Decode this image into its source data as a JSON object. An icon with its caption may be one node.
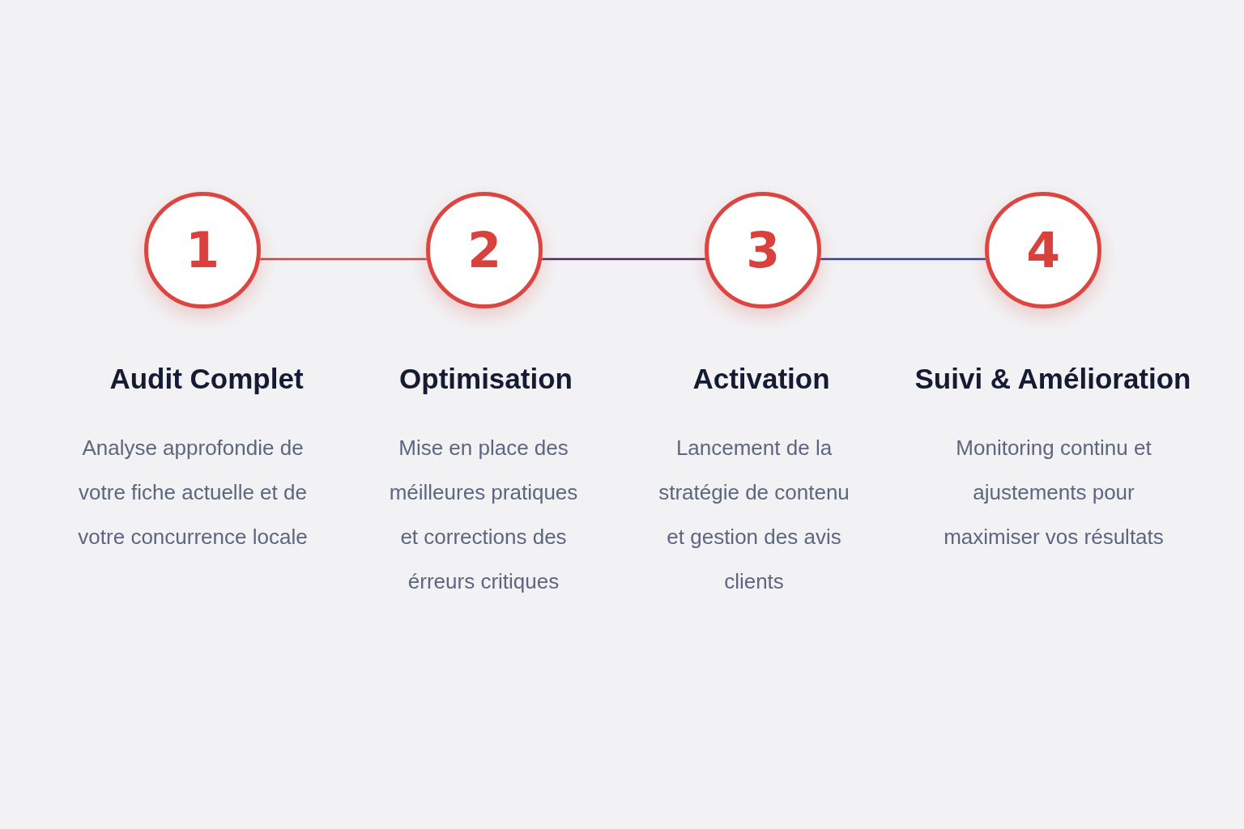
{
  "diagram": {
    "nodes": [
      {
        "text": [
          "1"
        ],
        "beside": [
          "Audit Complet",
          "Analyse approfondie de votre fiche actuelle et de votre concurrence locale"
        ]
      },
      {
        "text": [
          "2"
        ],
        "beside": [
          "Optimisation",
          "Mise en place des méilleures pratiques et corrections des érreurs critiques"
        ]
      },
      {
        "text": [
          "3"
        ],
        "beside": [
          "Activation",
          "Lancement de la stratégie de contenu et gestion des avis clients"
        ]
      },
      {
        "text": [
          "4"
        ],
        "beside": [
          "Suivi & Amélioration",
          "Monitoring continu et ajustements pour maximiser vos résultats"
        ]
      }
    ],
    "edges": [
      {
        "from": 0,
        "to": 1,
        "arrow": "none",
        "color": "#d4433f"
      },
      {
        "from": 1,
        "to": 2,
        "arrow": "none",
        "color": "#4f2b5e"
      },
      {
        "from": 2,
        "to": 3,
        "arrow": "none",
        "color": "#33428f"
      }
    ]
  }
}
